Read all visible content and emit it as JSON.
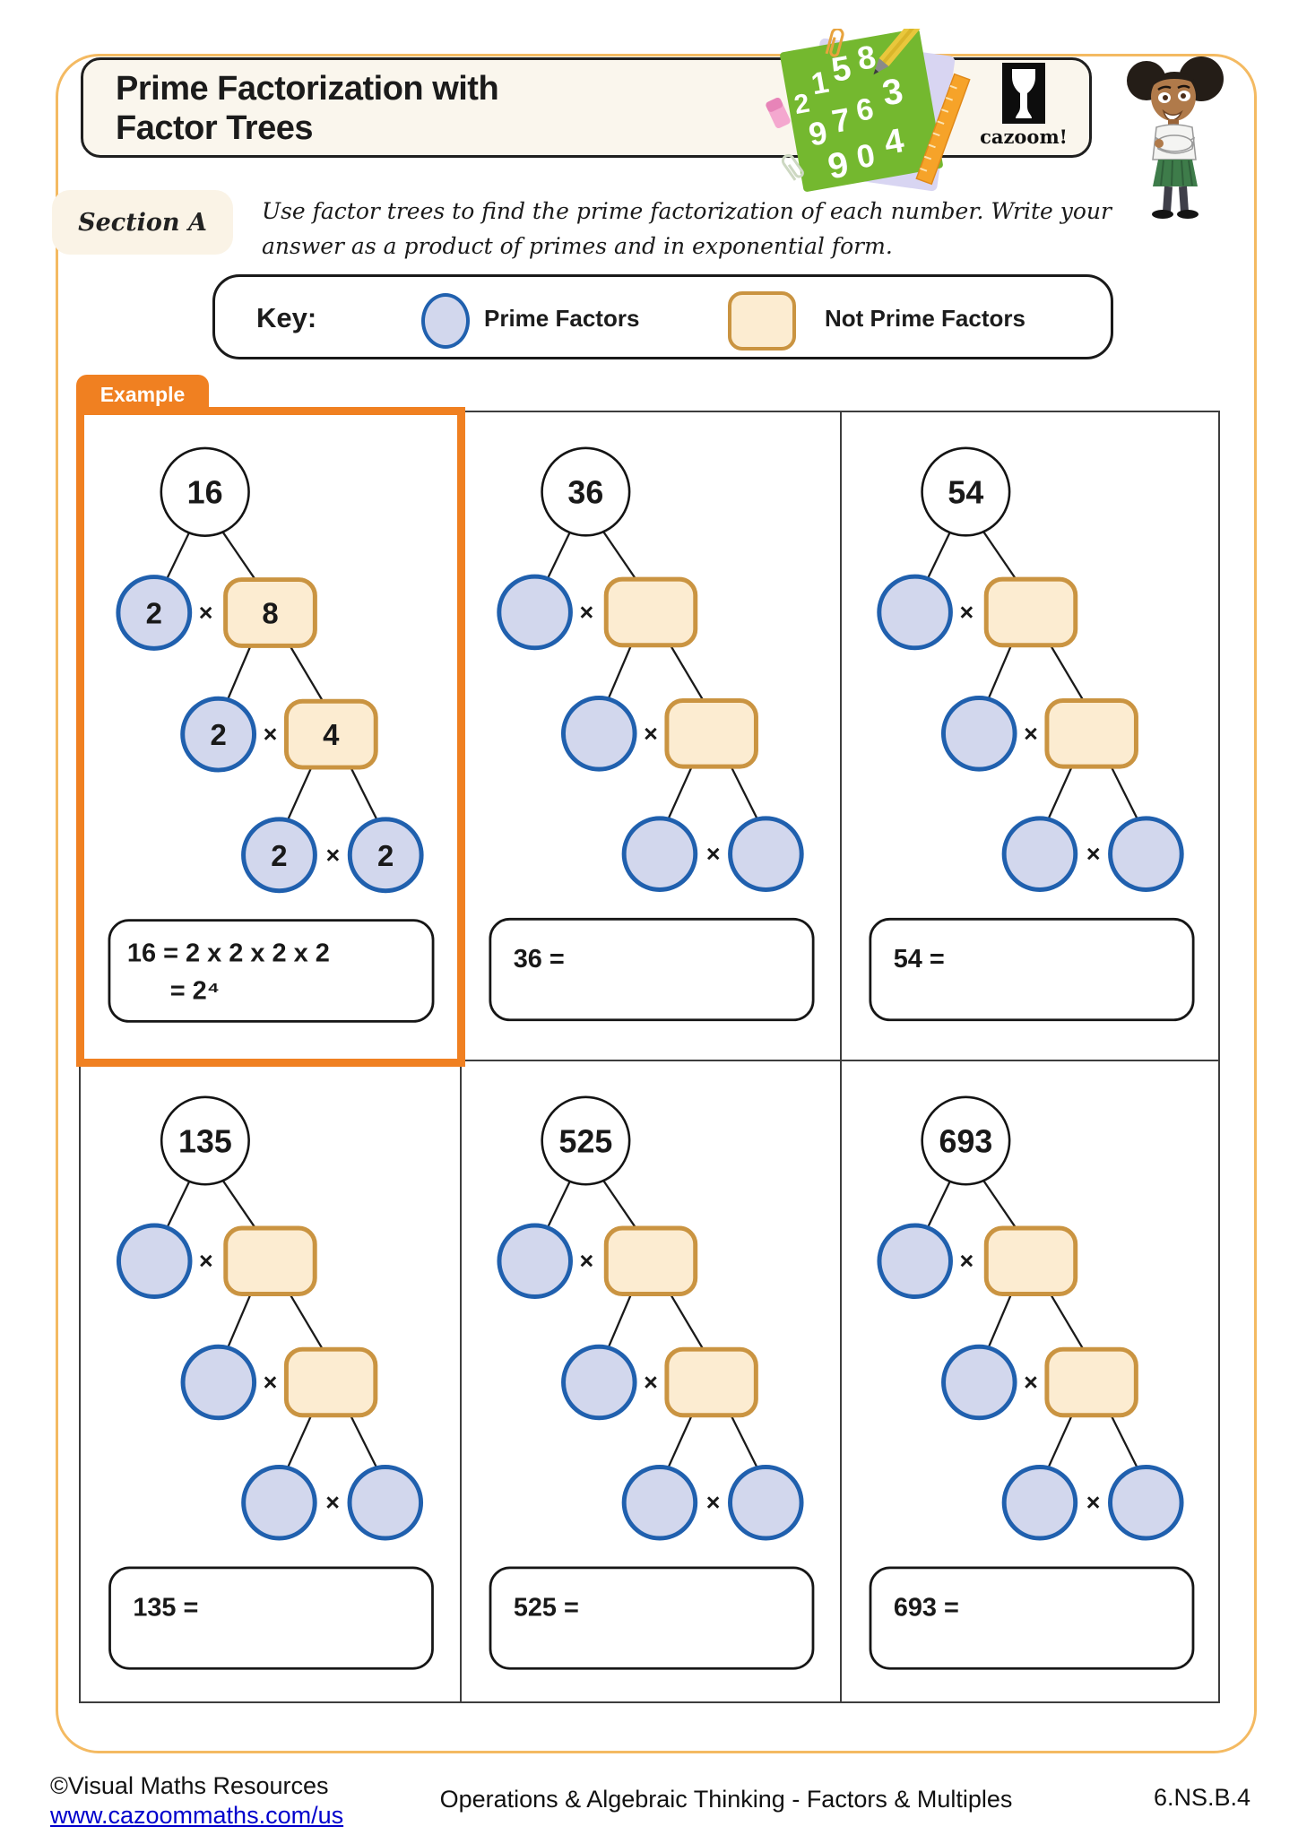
{
  "header": {
    "title_line1": "Prime Factorization with",
    "title_line2": "Factor Trees",
    "logo_text": "cazoom!",
    "note_digits": [
      "2",
      "1",
      "5",
      "8",
      "9",
      "7",
      "6",
      "3",
      "9",
      "0",
      "4"
    ]
  },
  "section": {
    "label": "Section A",
    "instructions_line1": "Use factor trees to find the prime factorization of each number. Write your",
    "instructions_line2": "answer as a product of primes and in exponential form."
  },
  "key": {
    "label": "Key:",
    "prime_label": "Prime Factors",
    "not_prime_label": "Not Prime Factors"
  },
  "example_tab": "Example",
  "symbols": {
    "times": "×"
  },
  "trees": [
    {
      "example": true,
      "root": "16",
      "l2_left": "2",
      "l2_right": "8",
      "l3_left": "2",
      "l3_right": "4",
      "l4_left": "2",
      "l4_right": "2",
      "answer_line1": "16 = 2 x 2 x 2 x 2",
      "answer_line2": "= 2⁴"
    },
    {
      "example": false,
      "root": "36",
      "l2_left": "",
      "l2_right": "",
      "l3_left": "",
      "l3_right": "",
      "l4_left": "",
      "l4_right": "",
      "answer_prefix": "36 ="
    },
    {
      "example": false,
      "root": "54",
      "l2_left": "",
      "l2_right": "",
      "l3_left": "",
      "l3_right": "",
      "l4_left": "",
      "l4_right": "",
      "answer_prefix": "54 ="
    },
    {
      "example": false,
      "root": "135",
      "l2_left": "",
      "l2_right": "",
      "l3_left": "",
      "l3_right": "",
      "l4_left": "",
      "l4_right": "",
      "answer_prefix": "135 ="
    },
    {
      "example": false,
      "root": "525",
      "l2_left": "",
      "l2_right": "",
      "l3_left": "",
      "l3_right": "",
      "l4_left": "",
      "l4_right": "",
      "answer_prefix": "525 ="
    },
    {
      "example": false,
      "root": "693",
      "l2_left": "",
      "l2_right": "",
      "l3_left": "",
      "l3_right": "",
      "l4_left": "",
      "l4_right": "",
      "answer_prefix": "693 ="
    }
  ],
  "footer": {
    "copyright": "©Visual Maths Resources",
    "link": "www.cazoommaths.com/us",
    "center": "Operations & Algebraic Thinking - Factors & Multiples",
    "standard": "6.NS.B.4"
  },
  "colors": {
    "prime_fill": "#d2d7ed",
    "prime_stroke": "#2060ae",
    "not_prime_fill": "#fcecd1",
    "not_prime_stroke": "#ca9441",
    "example_orange": "#f08021",
    "page_border": "#f4ba62",
    "note_green": "#74b82f",
    "link_blue": "#0000cc"
  }
}
